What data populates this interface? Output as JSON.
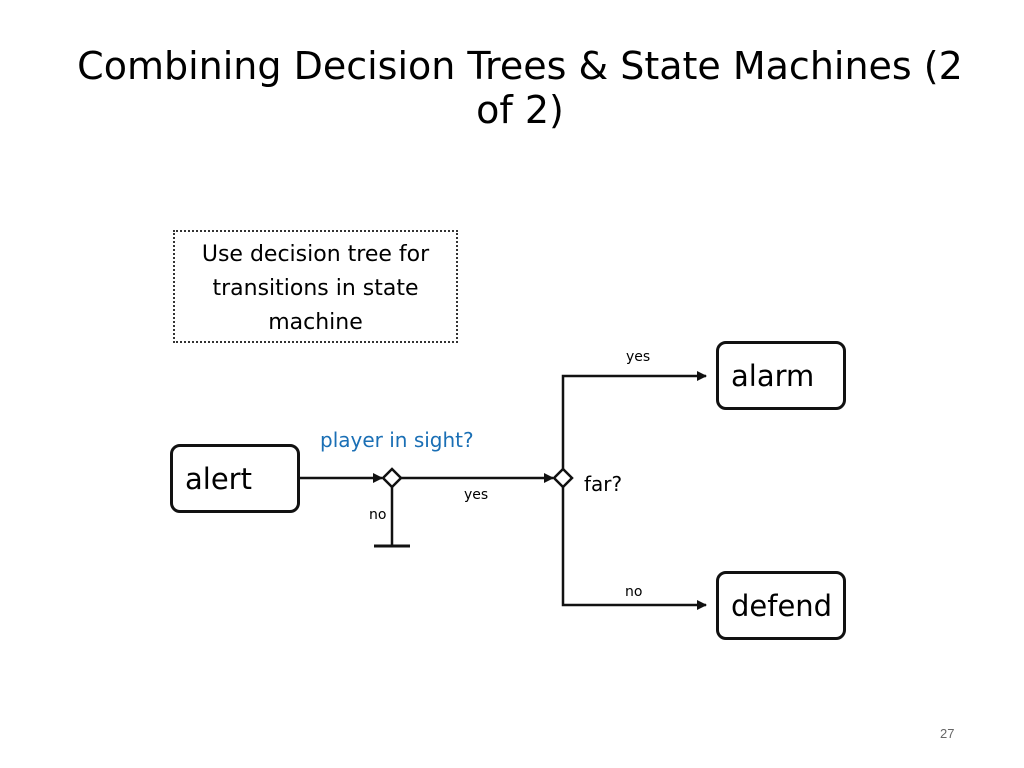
{
  "slide": {
    "title": "Combining Decision Trees & State Machines (2 of 2)",
    "page_number": "27"
  },
  "note": {
    "text": "Use decision tree for transitions in state machine"
  },
  "states": {
    "alert": "alert",
    "alarm": "alarm",
    "defend": "defend"
  },
  "decisions": {
    "player_in_sight": {
      "question": "player in sight?",
      "yes_label": "yes",
      "no_label": "no",
      "color": "#1a6fb5"
    },
    "far": {
      "question": "far?",
      "yes_label": "yes",
      "no_label": "no"
    }
  }
}
